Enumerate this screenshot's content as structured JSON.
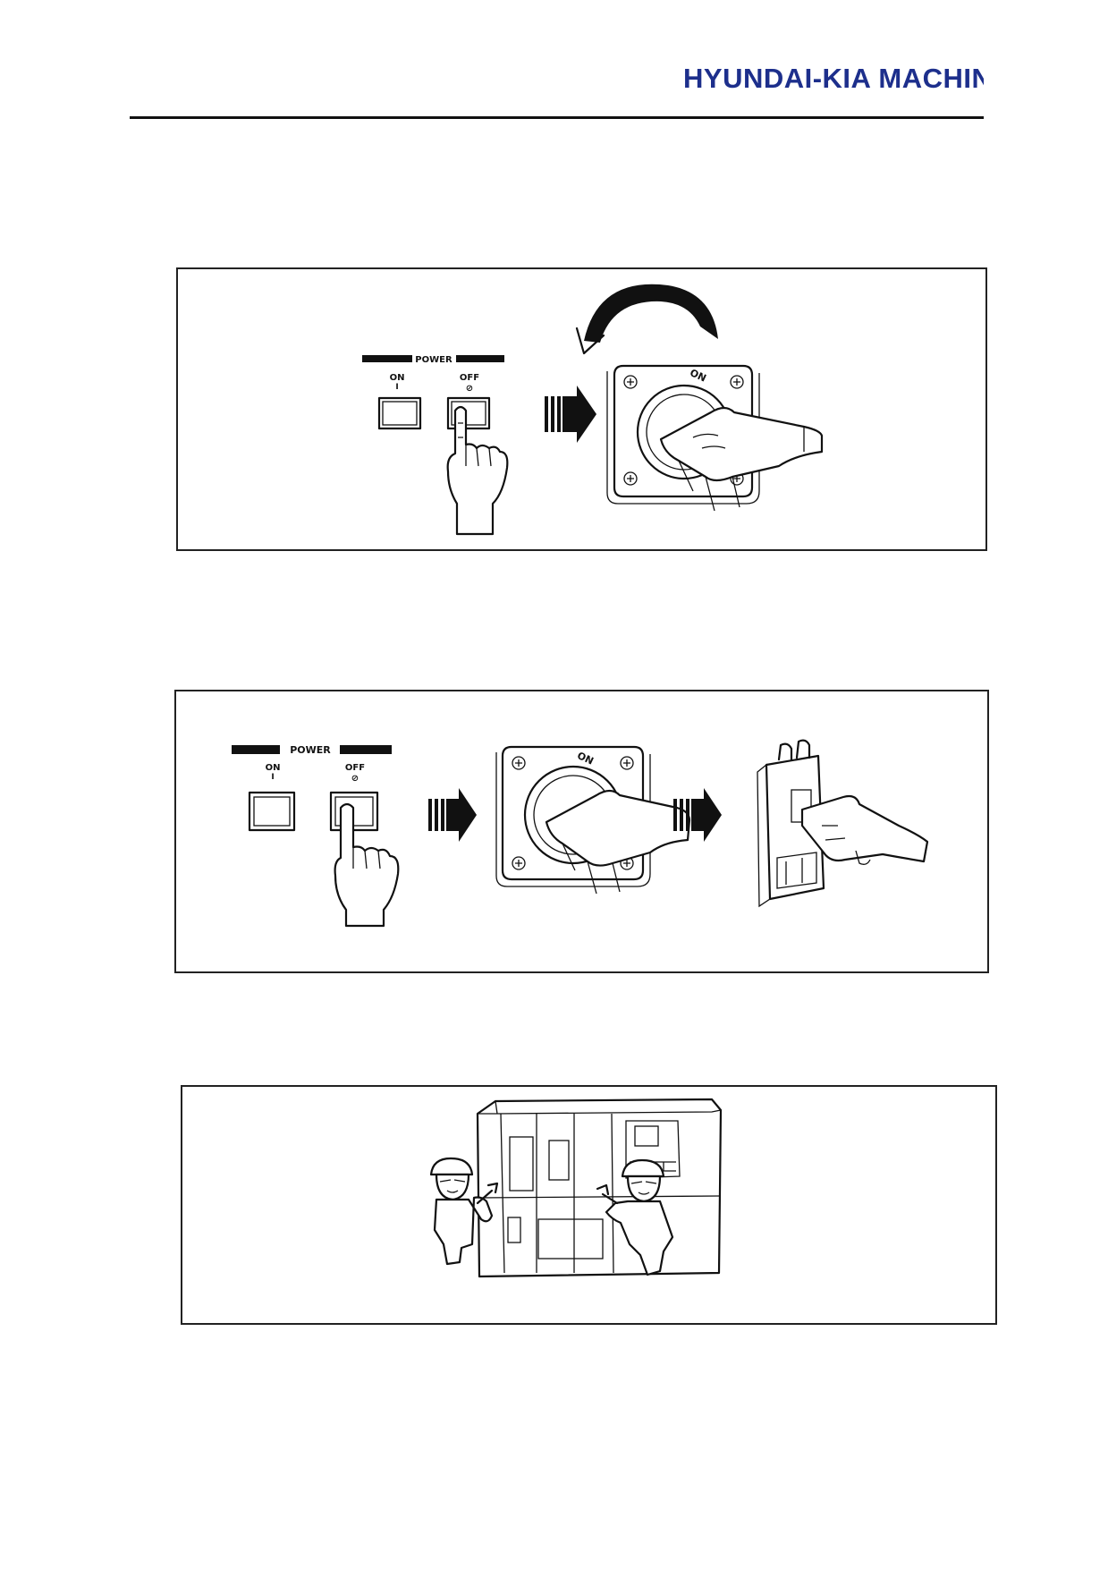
{
  "header": {
    "brand": "HYUNDAI-KIA MACHINE",
    "brand_color": "#1d2f8c"
  },
  "figures": [
    {
      "panel_labels": {
        "power": "POWER",
        "on": "ON",
        "on_symbol": "I",
        "off": "OFF",
        "off_symbol": "⊘"
      },
      "switch_on_label": "ON",
      "icons": [
        "power-panel",
        "hand-pressing-off-icon",
        "arrow-right-icon",
        "rotary-main-switch",
        "rotate-arrow-icon",
        "hand-turning-switch-icon"
      ]
    },
    {
      "panel_labels": {
        "power": "POWER",
        "on": "ON",
        "on_symbol": "I",
        "off": "OFF",
        "off_symbol": "⊘"
      },
      "switch_on_label": "ON",
      "icons": [
        "power-panel",
        "hand-pressing-off-icon",
        "arrow-right-icon",
        "rotary-main-switch",
        "arrow-right-icon",
        "circuit-breaker-icon"
      ]
    },
    {
      "icons": [
        "cnc-machine-icon",
        "worker-left-icon",
        "worker-right-icon"
      ]
    }
  ]
}
